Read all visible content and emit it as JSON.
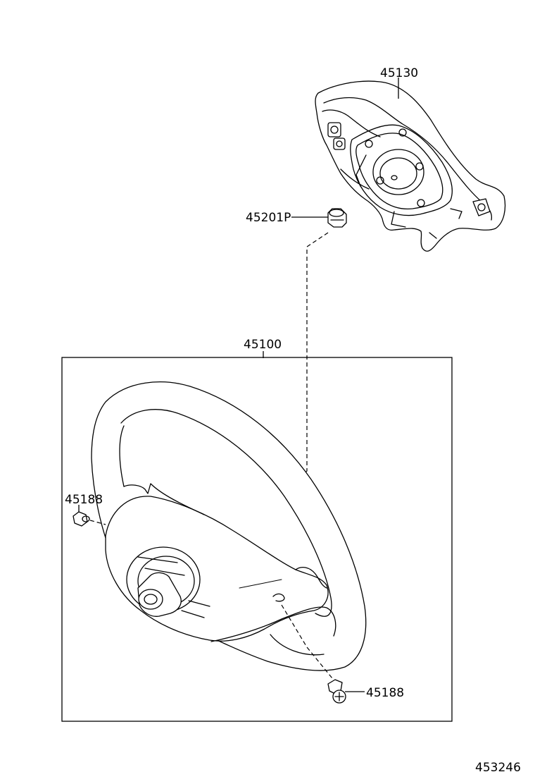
{
  "diagram": {
    "parts": {
      "pad": {
        "number": "45130"
      },
      "nut": {
        "number": "45201P"
      },
      "wheel": {
        "number": "45100"
      },
      "plug_left": {
        "number": "45188"
      },
      "plug_bottom": {
        "number": "45188"
      }
    },
    "figure_id": "453246"
  }
}
